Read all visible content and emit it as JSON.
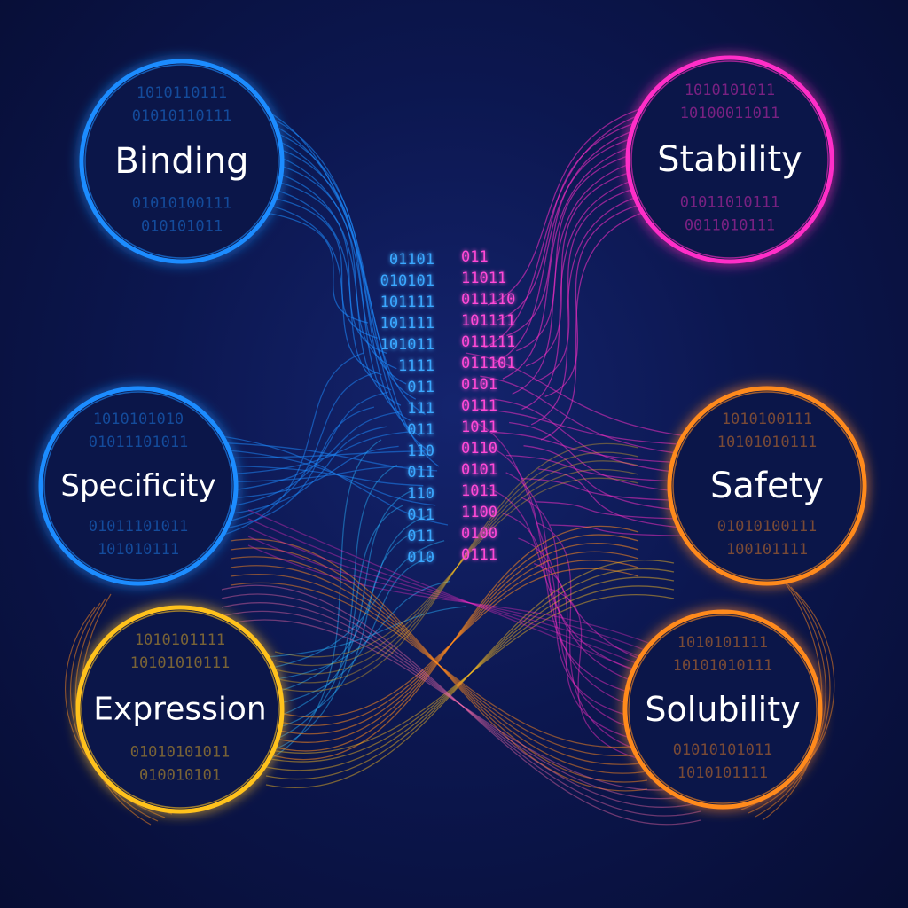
{
  "colors": {
    "background": "#0a1240",
    "blue": "#1e8cff",
    "magenta": "#ff2fc8",
    "orange": "#ff8a1e",
    "yellow": "#ffc21e"
  },
  "nodes": [
    {
      "id": "binding",
      "label": "Binding",
      "color": "#1e8cff",
      "binary_top": [
        "1010110111",
        "01010110111"
      ],
      "binary_bottom": [
        "01010100111",
        "010101011"
      ]
    },
    {
      "id": "specificity",
      "label": "Specificity",
      "color": "#1e8cff",
      "binary_top": [
        "1010101010",
        "01011101011"
      ],
      "binary_bottom": [
        "01011101011",
        "101010111"
      ]
    },
    {
      "id": "expression",
      "label": "Expression",
      "color": "#ffc21e",
      "binary_top": [
        "1010101111",
        "10101010111"
      ],
      "binary_bottom": [
        "01010101011",
        "010010101"
      ]
    },
    {
      "id": "stability",
      "label": "Stability",
      "color": "#ff2fc8",
      "binary_top": [
        "1010101011",
        "10100011011"
      ],
      "binary_bottom": [
        "01011010111",
        "0011010111"
      ]
    },
    {
      "id": "safety",
      "label": "Safety",
      "color": "#ff8a1e",
      "binary_top": [
        "1010100111",
        "10101010111"
      ],
      "binary_bottom": [
        "01010100111",
        "100101111"
      ]
    },
    {
      "id": "solubility",
      "label": "Solubility",
      "color": "#ff8a1e",
      "binary_top": [
        "1010101111",
        "10101010111"
      ],
      "binary_bottom": [
        "01010101011",
        "1010101111"
      ]
    }
  ],
  "binary_columns": {
    "left": [
      "01101",
      "010101",
      "101111",
      "101111",
      "101011",
      "1111",
      "011",
      "111",
      "011",
      "110",
      "011",
      "110",
      "011",
      "011",
      "010"
    ],
    "right": [
      "011",
      "11011",
      "011110",
      "101111",
      "011111",
      "011101",
      "0101",
      "0111",
      "1011",
      "0110",
      "0101",
      "1011",
      "1100",
      "0100",
      "0111"
    ]
  }
}
